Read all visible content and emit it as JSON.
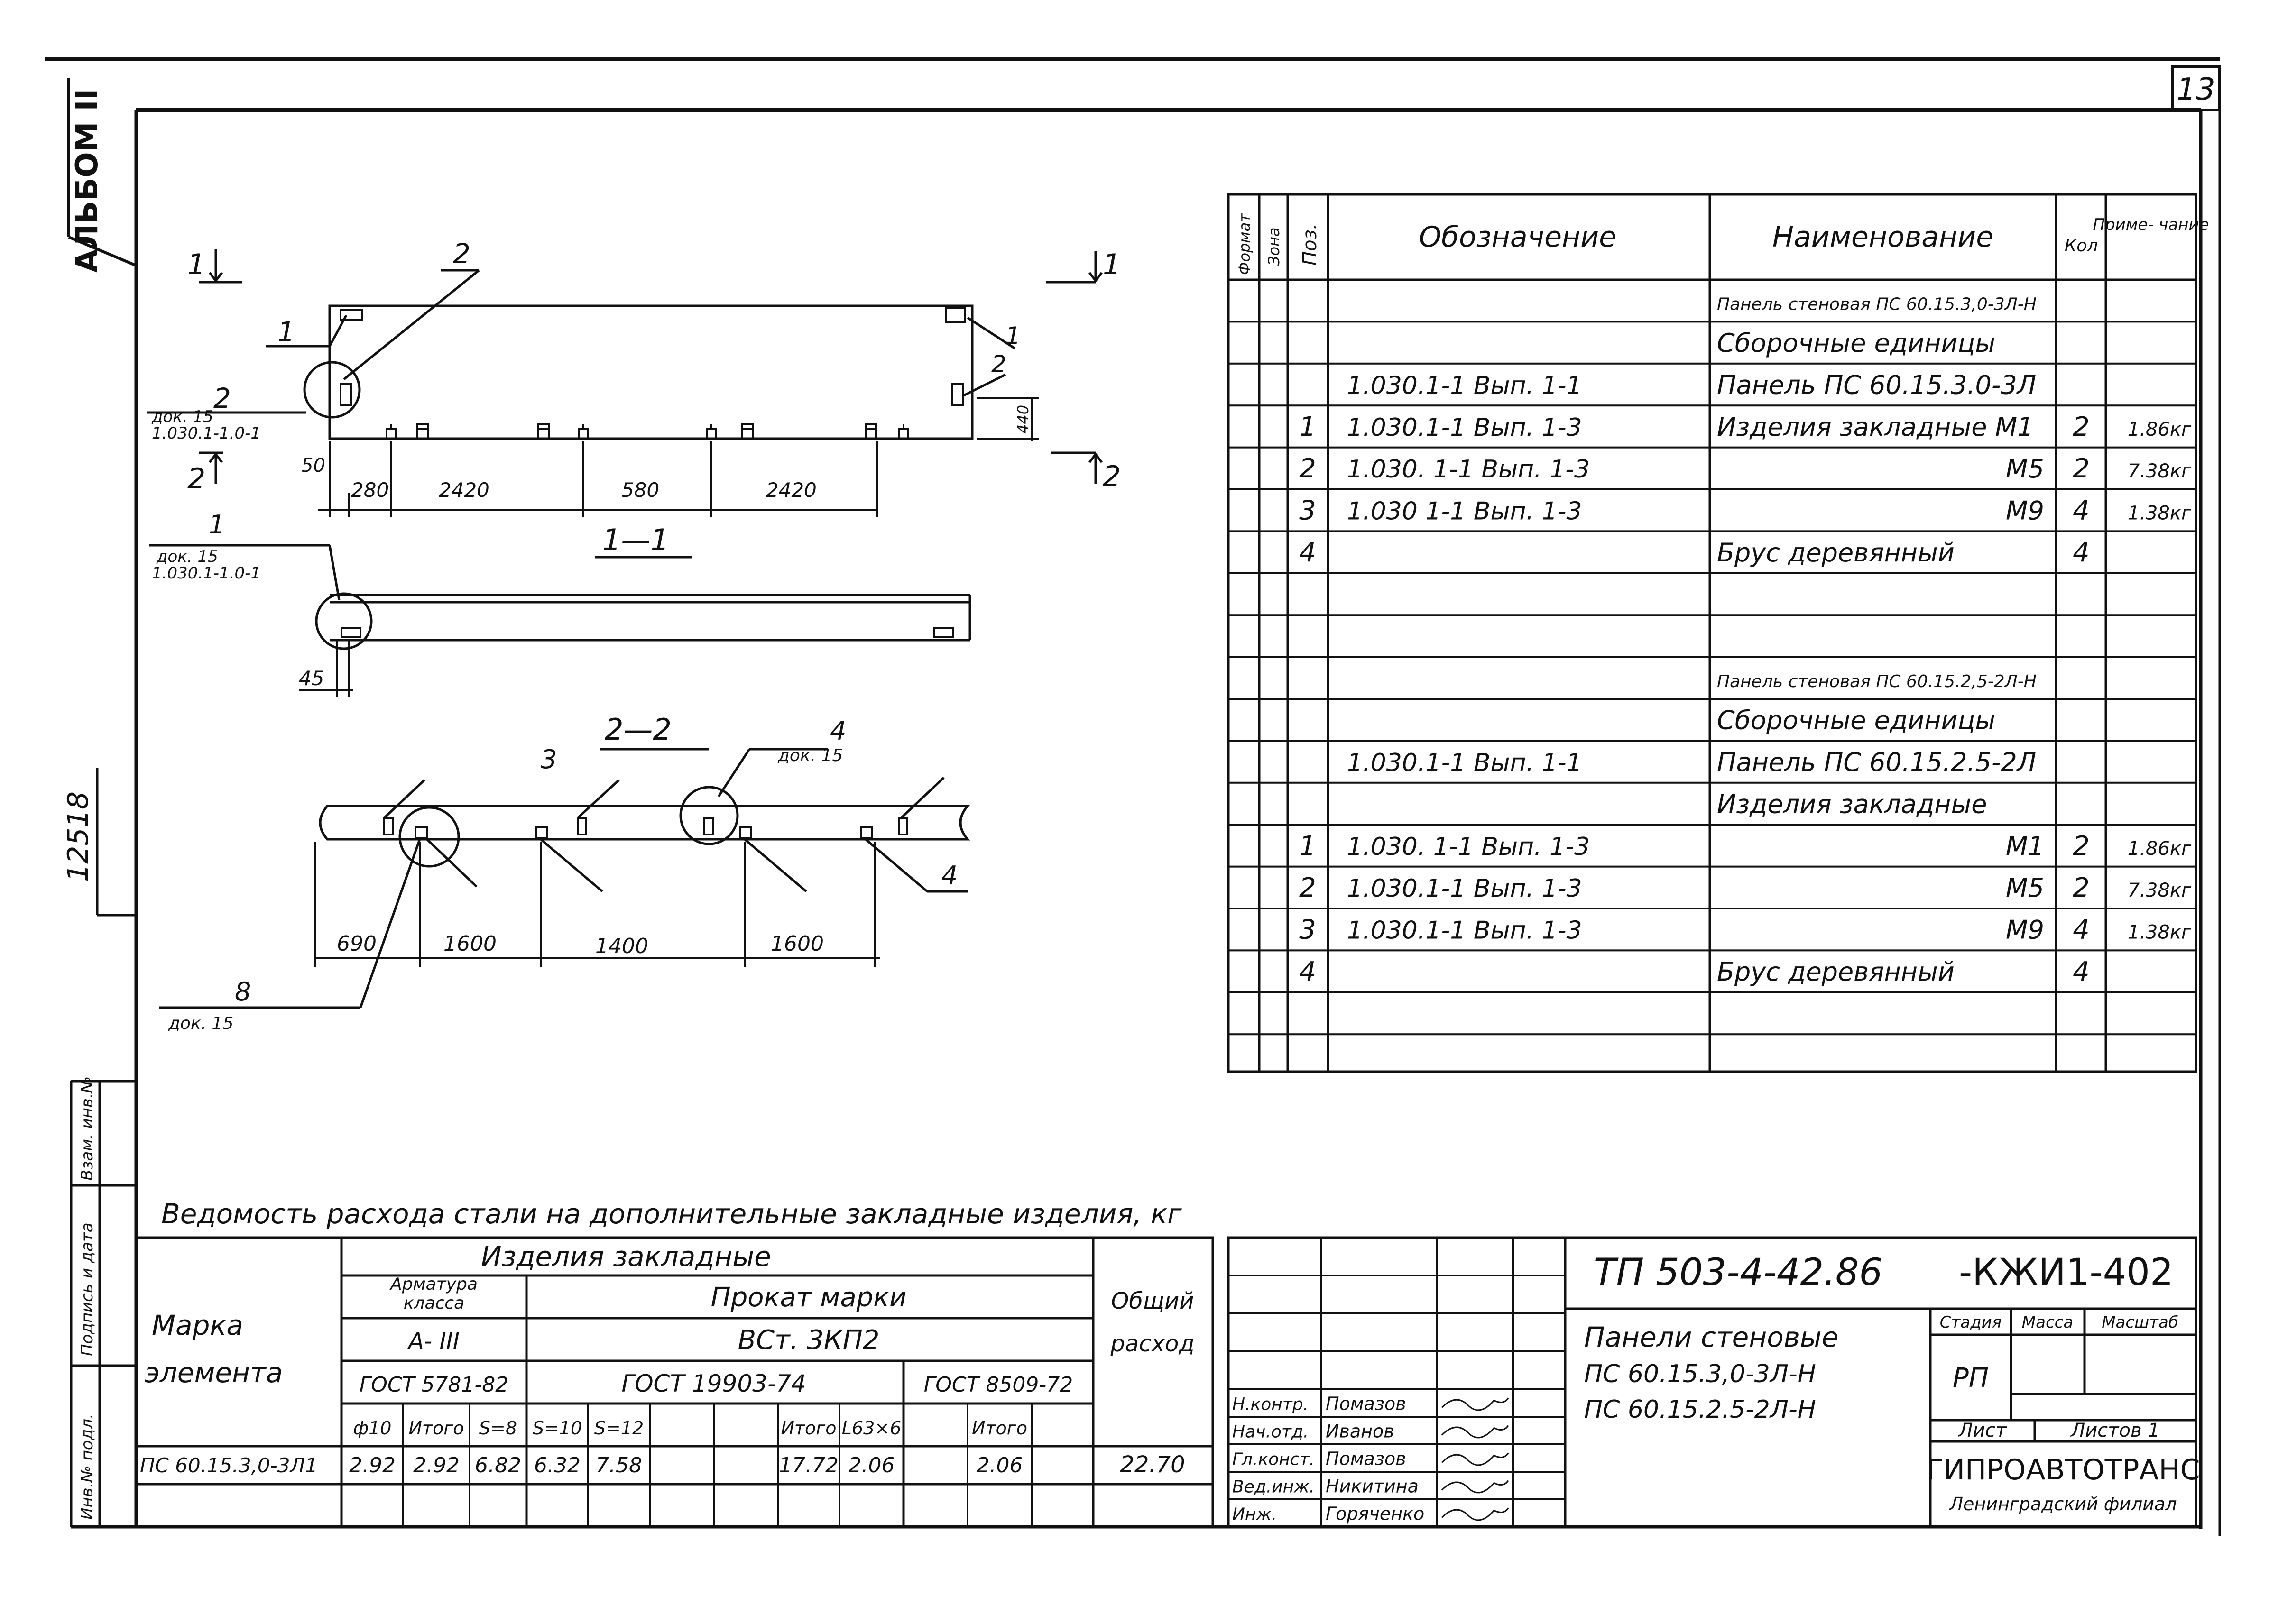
{
  "sheet": {
    "page_number": "13",
    "album": "АЛЬБОМ II",
    "side_number": "12518",
    "side_fields": [
      "Инв.№ подл.",
      "Подпись и дата",
      "Взам. инв.№"
    ]
  },
  "drawing": {
    "plan": {
      "section_marks": [
        "1",
        "1",
        "2",
        "2"
      ],
      "callout_top": "2",
      "callout_left_top": "1",
      "callout_left_mid": "2",
      "callout_doc": "док. 15",
      "callout_ref": "1.030.1-1.0-1",
      "callout_right_1": "1",
      "callout_right_2": "2",
      "dim_height": "440",
      "dim_offset": "50",
      "dims": [
        "280",
        "2420",
        "580",
        "2420"
      ]
    },
    "section_1": {
      "title": "1—1",
      "callout": "1",
      "callout_doc": "док. 15",
      "callout_ref": "1.030.1-1.0-1",
      "dim": "45"
    },
    "section_2": {
      "title": "2—2",
      "callout_3": "3",
      "callout_4_top": "4",
      "callout_4_doc": "док. 15",
      "callout_4_right": "4",
      "callout_8": "8",
      "callout_8_doc": "док. 15",
      "dims": [
        "690",
        "1600",
        "1400",
        "1600"
      ]
    }
  },
  "spec": {
    "headers": {
      "format": "Формат",
      "zone": "Зона",
      "pos": "Поз.",
      "designation": "Обозначение",
      "name": "Наименование",
      "qty": "Кол",
      "note": "Приме- чание"
    },
    "rows": [
      {
        "pos": "",
        "designation": "",
        "name": "Панель стеновая ПС 60.15.3,0-3Л-Н",
        "qty": "",
        "note": ""
      },
      {
        "pos": "",
        "designation": "",
        "name": "Сборочные единицы",
        "qty": "",
        "note": ""
      },
      {
        "pos": "",
        "designation": "1.030.1-1      Вып. 1-1",
        "name": "Панель  ПС 60.15.3.0-3Л",
        "qty": "",
        "note": ""
      },
      {
        "pos": "1",
        "designation": "1.030.1-1      Вып. 1-3",
        "name": "Изделия закладные М1",
        "qty": "2",
        "note": "1.86кг"
      },
      {
        "pos": "2",
        "designation": "1.030. 1-1      Вып. 1-3",
        "name": "М5",
        "qty": "2",
        "note": "7.38кг"
      },
      {
        "pos": "3",
        "designation": "1.030 1-1      Вып. 1-3",
        "name": "М9",
        "qty": "4",
        "note": "1.38кг"
      },
      {
        "pos": "4",
        "designation": "",
        "name": "Брус деревянный",
        "qty": "4",
        "note": ""
      },
      {
        "pos": "",
        "designation": "",
        "name": "",
        "qty": "",
        "note": ""
      },
      {
        "pos": "",
        "designation": "",
        "name": "",
        "qty": "",
        "note": ""
      },
      {
        "pos": "",
        "designation": "",
        "name": "Панель стеновая ПС 60.15.2,5-2Л-Н",
        "qty": "",
        "note": ""
      },
      {
        "pos": "",
        "designation": "",
        "name": "Сборочные единицы",
        "qty": "",
        "note": ""
      },
      {
        "pos": "",
        "designation": "1.030.1-1  Вып. 1-1",
        "name": "Панель  ПС 60.15.2.5-2Л",
        "qty": "",
        "note": ""
      },
      {
        "pos": "",
        "designation": "",
        "name": "Изделия закладные",
        "qty": "",
        "note": ""
      },
      {
        "pos": "1",
        "designation": "1.030. 1-1  Вып. 1-3",
        "name": "М1",
        "qty": "2",
        "note": "1.86кг"
      },
      {
        "pos": "2",
        "designation": "1.030.1-1  Вып. 1-3",
        "name": "М5",
        "qty": "2",
        "note": "7.38кг"
      },
      {
        "pos": "3",
        "designation": "1.030.1-1  Вып. 1-3",
        "name": "М9",
        "qty": "4",
        "note": "1.38кг"
      },
      {
        "pos": "4",
        "designation": "",
        "name": "Брус деревянный",
        "qty": "4",
        "note": ""
      },
      {
        "pos": "",
        "designation": "",
        "name": "",
        "qty": "",
        "note": ""
      },
      {
        "pos": "",
        "designation": "",
        "name": "",
        "qty": "",
        "note": ""
      }
    ]
  },
  "steel": {
    "caption": "Ведомость расхода стали на дополнительные закладные изделия, кг",
    "h_products": "Изделия  закладные",
    "h_mark_1": "Марка",
    "h_mark_2": "элемента",
    "h_rebar_1": "Арматура",
    "h_rebar_2": "класса",
    "h_rolled": "Прокат  марки",
    "h_total_1": "Общий",
    "h_total_2": "расход",
    "h_class": "А- III",
    "h_grade": "ВСт. 3КП2",
    "h_gost_1": "ГОСТ 5781-82",
    "h_gost_2": "ГОСТ  19903-74",
    "h_gost_3": "ГОСТ 8509-72",
    "cols": [
      "ф10",
      "Итого",
      "S=8",
      "S=10",
      "S=12",
      "",
      "",
      "Итого",
      "L63×6",
      "",
      "Итого"
    ],
    "row": {
      "mark": "ПС 60.15.3,0-3Л1",
      "values": [
        "2.92",
        "2.92",
        "6.82",
        "6.32",
        "7.58",
        "",
        "",
        "17.72",
        "2.06",
        "",
        "2.06"
      ],
      "total": "22.70"
    }
  },
  "title_block": {
    "doc_code": "ТП  503-4-42.86",
    "doc_suffix": "-КЖИ1-402",
    "title_1": "Панели  стеновые",
    "title_2": "ПС 60.15.3,0-3Л-Н",
    "title_3": "ПС 60.15.2.5-2Л-Н",
    "stage_label": "Стадия",
    "mass_label": "Масса",
    "scale_label": "Масштаб",
    "stage": "РП",
    "sheet_label": "Лист",
    "sheets_label": "Листов 1",
    "org": "ГИПРОАВТОТРАНС",
    "branch": "Ленинградский филиал",
    "roles": [
      {
        "role": "Н.контр.",
        "name": "Помазов"
      },
      {
        "role": "Нач.отд.",
        "name": "Иванов"
      },
      {
        "role": "Гл.конст.",
        "name": "Помазов"
      },
      {
        "role": "Вед.инж.",
        "name": "Никитина"
      },
      {
        "role": "Инж.",
        "name": "Горяченко"
      }
    ]
  }
}
